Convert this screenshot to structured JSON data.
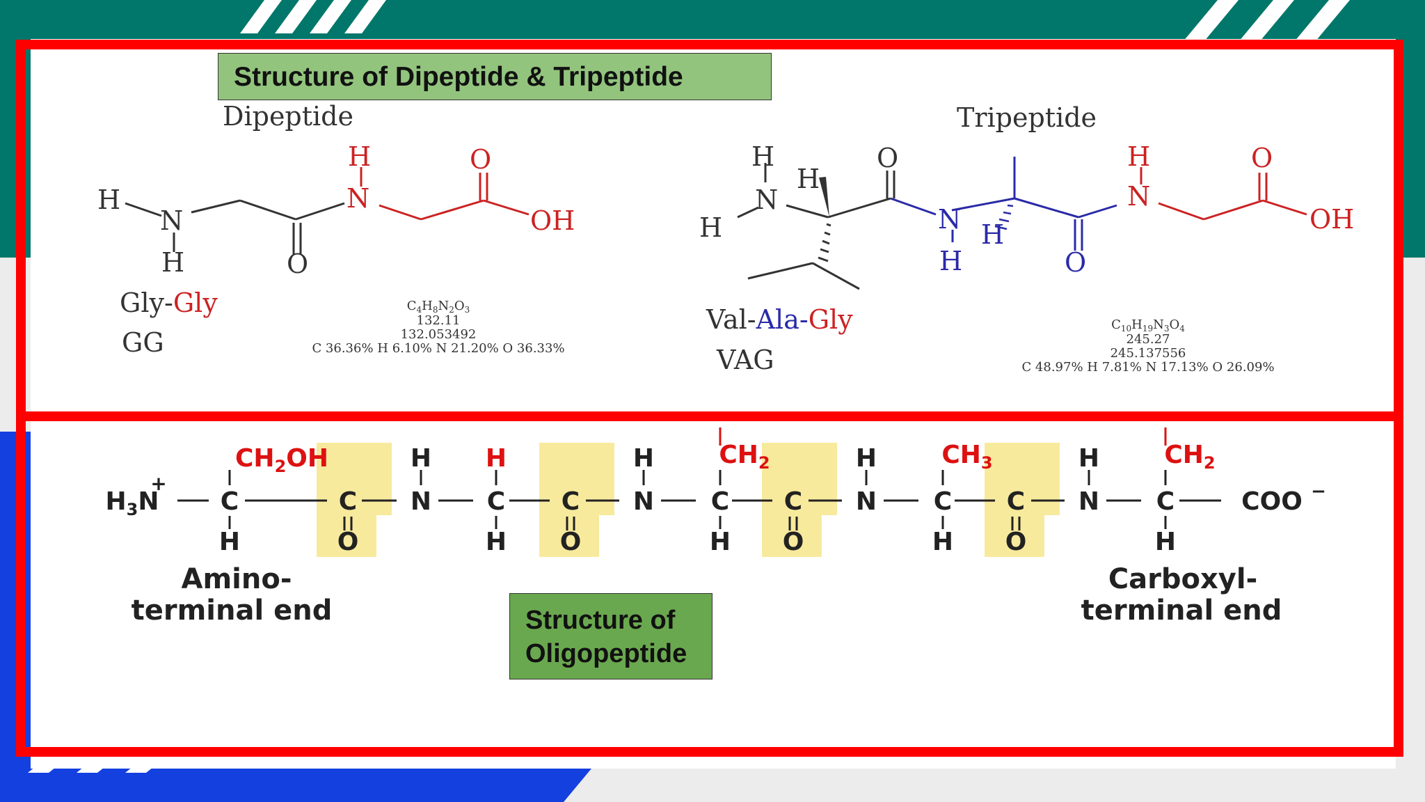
{
  "slide": {
    "title_top": "Structure of Dipeptide & Tripeptide",
    "title_bottom_line1": "Structure of",
    "title_bottom_line2": "Oligopeptide"
  },
  "dipeptide": {
    "heading": "Dipeptide",
    "atoms": {
      "H": "H",
      "N": "N",
      "O": "O",
      "OH": "OH"
    },
    "name_part1": "Gly-",
    "name_part2": "Gly",
    "code": "GG",
    "formula_pre": "C",
    "formula_s1": "4",
    "formula_mid1": "H",
    "formula_s2": "8",
    "formula_mid2": "N",
    "formula_s3": "2",
    "formula_mid3": "O",
    "formula_s4": "3",
    "mass": "132.11",
    "exact_mass": "132.053492",
    "composition": "C 36.36% H 6.10% N 21.20% O 36.33%"
  },
  "tripeptide": {
    "heading": "Tripeptide",
    "name_part1": "Val-",
    "name_part2": "Ala-",
    "name_part3": "Gly",
    "code": "VAG",
    "formula_pre": "C",
    "formula_s1": "10",
    "formula_mid1": "H",
    "formula_s2": "19",
    "formula_mid2": "N",
    "formula_s3": "3",
    "formula_mid3": "O",
    "formula_s4": "4",
    "mass": "245.27",
    "exact_mass": "245.137556",
    "composition": "C 48.97% H 7.81% N 17.13% O 26.09%"
  },
  "oligopeptide": {
    "h3n_h": "H",
    "h3n_sub": "3",
    "h3n_n": "N",
    "plus": "+",
    "c": "C",
    "h": "H",
    "n": "N",
    "o": "O",
    "ch2oh_pre": "CH",
    "ch2oh_sub": "2",
    "ch2oh_post": "OH",
    "ch2_pre": "CH",
    "ch2_sub": "2",
    "ch3_pre": "CH",
    "ch3_sub": "3",
    "coo": "COO",
    "minus": "−",
    "amino_line1": "Amino-",
    "amino_line2": "terminal end",
    "carboxyl_line1": "Carboxyl-",
    "carboxyl_line2": "terminal end"
  },
  "colors": {
    "frame": "#ff0000",
    "teal": "#00776a",
    "blue": "#1440e0",
    "title_green_light": "#92c47d",
    "title_green_dark": "#6aa84f",
    "peptide_highlight": "#f8ea9c",
    "atom_red": "#cc2222",
    "atom_blue": "#2a2aa8",
    "side_red": "#dd1111"
  }
}
